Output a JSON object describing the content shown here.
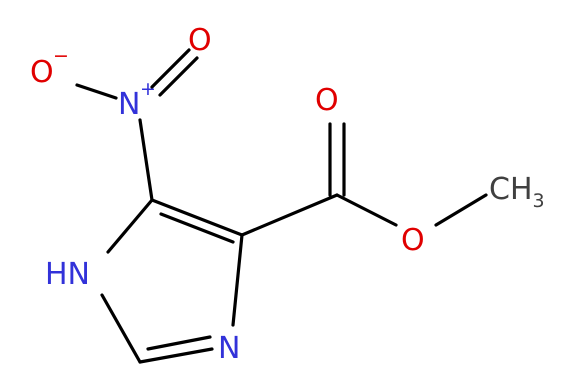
{
  "colors": {
    "bond": "#000000",
    "nitrogen": "#3232d9",
    "oxygen": "#e00000",
    "carbon": "#404040",
    "background": "#ffffff"
  },
  "atoms": {
    "o_minus": {
      "label": "O",
      "charge": "−"
    },
    "n_plus": {
      "label": "N",
      "charge": "+"
    },
    "o_nitro": {
      "label": "O"
    },
    "o_carbonyl": {
      "label": "O"
    },
    "o_ester": {
      "label": "O"
    },
    "ch3": {
      "label": "CH",
      "subscript": "3"
    },
    "nh": {
      "label": "HN"
    },
    "n_ring": {
      "label": "N"
    }
  }
}
